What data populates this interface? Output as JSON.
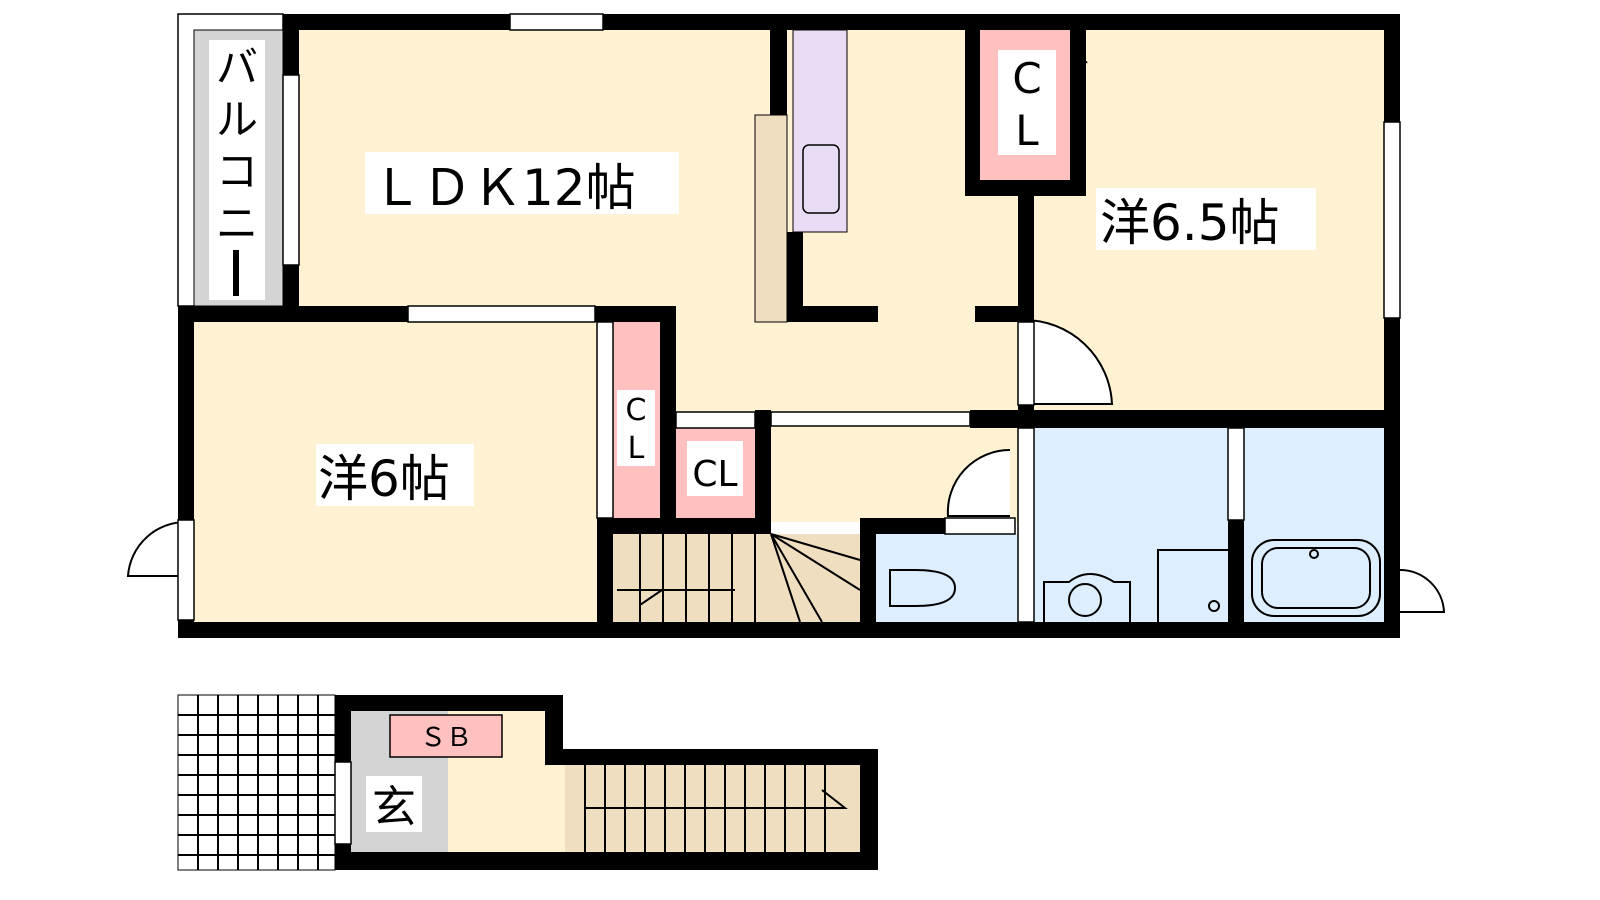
{
  "floorplan": {
    "rooms": {
      "ldk": "ＬＤＫ12帖",
      "western_65": "洋6.5帖",
      "western_6": "洋6帖",
      "balcony": [
        "バ",
        "ル",
        "コ",
        "ニ",
        "ー"
      ],
      "closet_top": [
        "C",
        "L"
      ],
      "closet_left": [
        "C",
        "L"
      ],
      "closet_small": "CL",
      "shoe_box": "ＳＢ",
      "entrance": "玄"
    },
    "colors": {
      "room": "#FFF2D2",
      "closet": "#FFC0C0",
      "wet": "#DDEEFF",
      "kitchen": "#E8DDF5",
      "counter": "#F0DEC0",
      "balcony": "#D4D4D4",
      "wall": "#000000"
    }
  }
}
